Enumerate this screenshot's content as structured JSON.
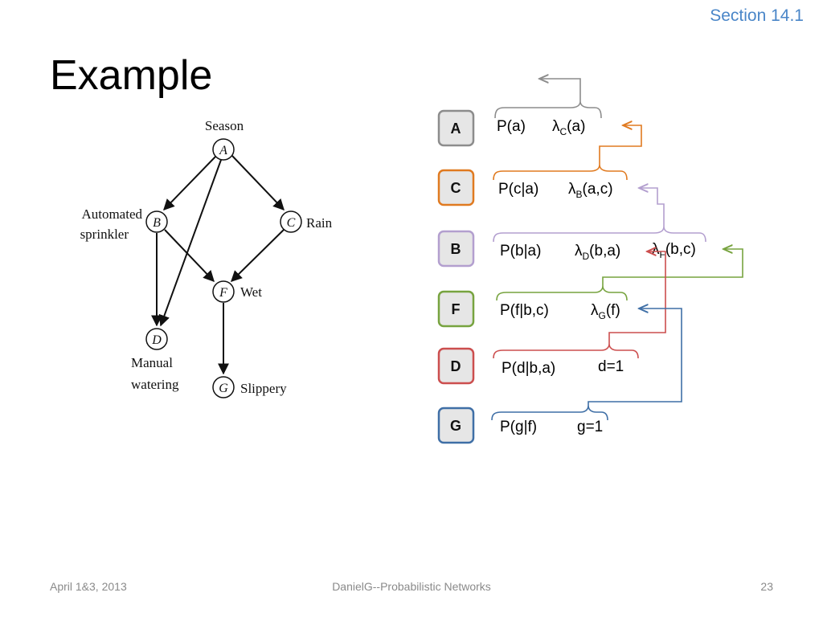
{
  "header": {
    "section": "Section 14.1",
    "section_color": "#4a86c8",
    "title": "Example"
  },
  "network": {
    "nodes": [
      {
        "letter": "A",
        "label": "Season"
      },
      {
        "letter": "B",
        "label_lines": [
          "Automated",
          "sprinkler"
        ]
      },
      {
        "letter": "C",
        "label": "Rain"
      },
      {
        "letter": "F",
        "label": "Wet"
      },
      {
        "letter": "D",
        "label_lines": [
          "Manual",
          "watering"
        ]
      },
      {
        "letter": "G",
        "label": "Slippery"
      }
    ],
    "edges": [
      [
        "A",
        "B"
      ],
      [
        "A",
        "C"
      ],
      [
        "A",
        "D"
      ],
      [
        "B",
        "F"
      ],
      [
        "B",
        "D"
      ],
      [
        "C",
        "F"
      ],
      [
        "F",
        "G"
      ]
    ]
  },
  "elimination": {
    "rows": [
      {
        "box": "A",
        "color": "#8c8c8c",
        "factors": [
          {
            "text": "P(a)"
          },
          {
            "base": "λ",
            "sub": "C",
            "args": "(a)"
          }
        ]
      },
      {
        "box": "C",
        "color": "#e07a20",
        "factors": [
          {
            "text": "P(c|a)"
          },
          {
            "base": "λ",
            "sub": "B",
            "args": "(a,c)"
          }
        ]
      },
      {
        "box": "B",
        "color": "#b39fcf",
        "factors": [
          {
            "text": "P(b|a)"
          },
          {
            "base": "λ",
            "sub": "D",
            "args": "(b,a)"
          },
          {
            "base": "λ",
            "sub": "F",
            "args": "(b,c)"
          }
        ]
      },
      {
        "box": "F",
        "color": "#77a33f",
        "factors": [
          {
            "text": "P(f|b,c)"
          },
          {
            "base": "λ",
            "sub": "G",
            "args": "(f)"
          }
        ]
      },
      {
        "box": "D",
        "color": "#cc4e4e",
        "factors": [
          {
            "text": "P(d|b,a)"
          },
          {
            "text": "d=1"
          }
        ]
      },
      {
        "box": "G",
        "color": "#3f6fa6",
        "factors": [
          {
            "text": "P(g|f)"
          },
          {
            "text": "g=1"
          }
        ]
      }
    ],
    "box_fill": "#e6e6e6"
  },
  "footer": {
    "date": "April 1&3, 2013",
    "center": "DanielG--Probabilistic Networks",
    "page": "23"
  }
}
